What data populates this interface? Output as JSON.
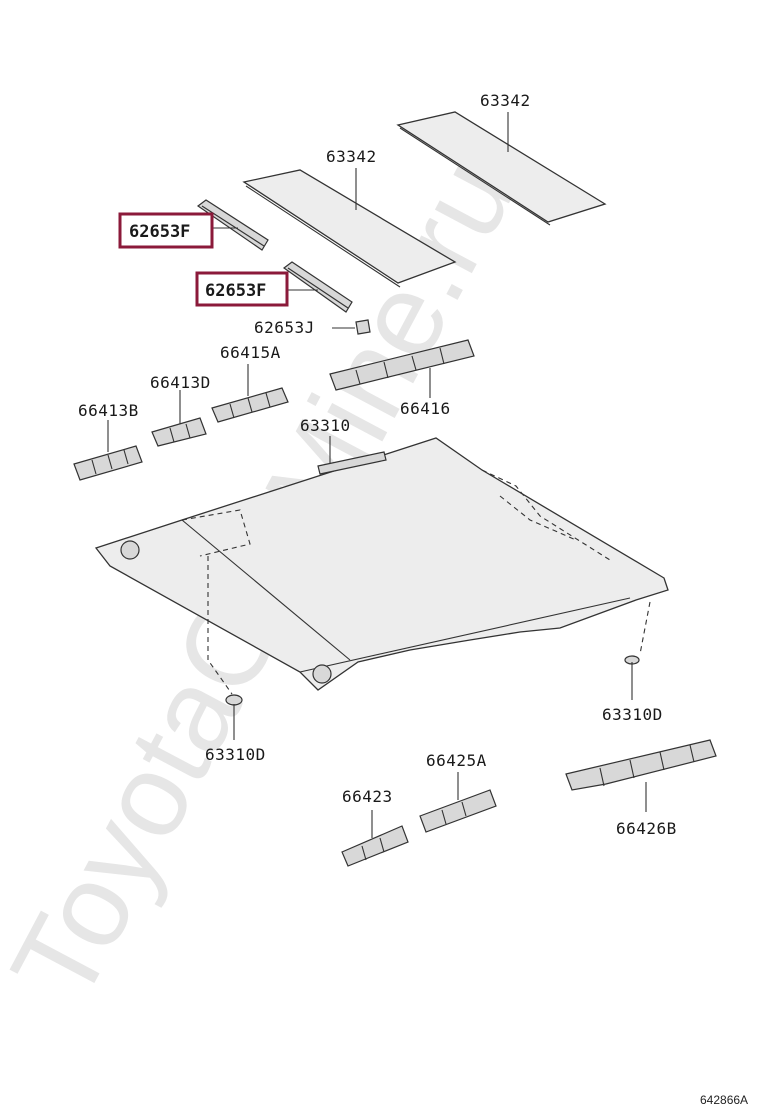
{
  "watermark": "ToyotaCarMine.ru",
  "diagram_code": "642866A",
  "highlight_color": "#8b1a3a",
  "callouts": [
    {
      "id": "roof-panel-rear",
      "label": "63342"
    },
    {
      "id": "roof-panel-front",
      "label": "63342"
    },
    {
      "id": "bracket-upper",
      "label": "62653F",
      "highlighted": true
    },
    {
      "id": "bracket-lower",
      "label": "62653F",
      "highlighted": true
    },
    {
      "id": "clip-j",
      "label": "62653J"
    },
    {
      "id": "trim-a",
      "label": "66415A"
    },
    {
      "id": "trim-d",
      "label": "66413D"
    },
    {
      "id": "trim-b",
      "label": "66413B"
    },
    {
      "id": "trim-rail",
      "label": "66416"
    },
    {
      "id": "headliner",
      "label": "63310"
    },
    {
      "id": "clip-right",
      "label": "63310D"
    },
    {
      "id": "clip-left",
      "label": "63310D"
    },
    {
      "id": "strip-left",
      "label": "66423"
    },
    {
      "id": "strip-mid",
      "label": "66425A"
    },
    {
      "id": "strip-right",
      "label": "66426B"
    }
  ]
}
